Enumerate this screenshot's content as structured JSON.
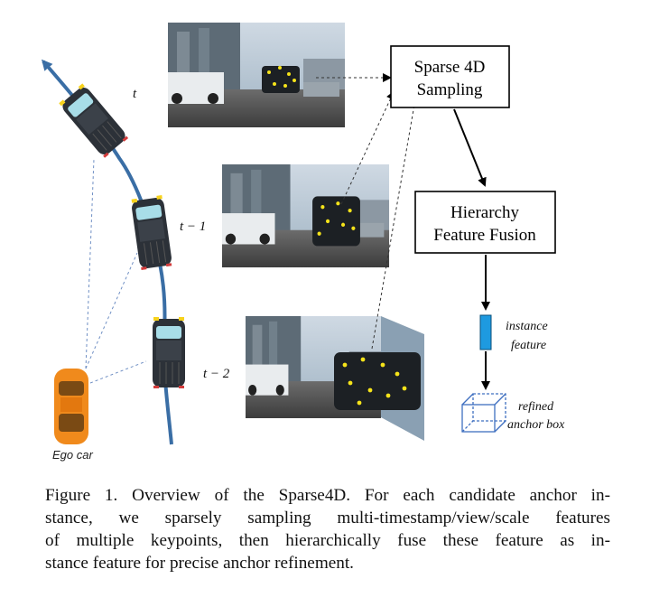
{
  "figure": {
    "time_labels": {
      "t": "t",
      "t_minus_1": "t − 1",
      "t_minus_2": "t − 2"
    },
    "ego_label": "Ego car",
    "boxes": {
      "sampling_line1": "Sparse 4D",
      "sampling_line2": "Sampling",
      "fusion_line1": "Hierarchy",
      "fusion_line2": "Feature Fusion"
    },
    "instance_label_line1": "instance",
    "instance_label_line2": "feature",
    "anchor_label_line1": "refined",
    "anchor_label_line2": "anchor box",
    "colors": {
      "trajectory": "#3a6ea5",
      "ego_car": "#f08a1c",
      "target_car": "#2c3138",
      "keypoint": "#f5e31a",
      "instance_feature": "#1e9ae0",
      "anchor_box": "#3f6fc0"
    }
  },
  "caption": {
    "lines": [
      "Figure 1. Overview of the Sparse4D. For each candidate anchor in-",
      "stance, we sparsely sampling multi-timestamp/view/scale features",
      "of multiple keypoints, then hierarchically fuse these feature as in-",
      "stance feature for precise anchor refinement."
    ]
  }
}
